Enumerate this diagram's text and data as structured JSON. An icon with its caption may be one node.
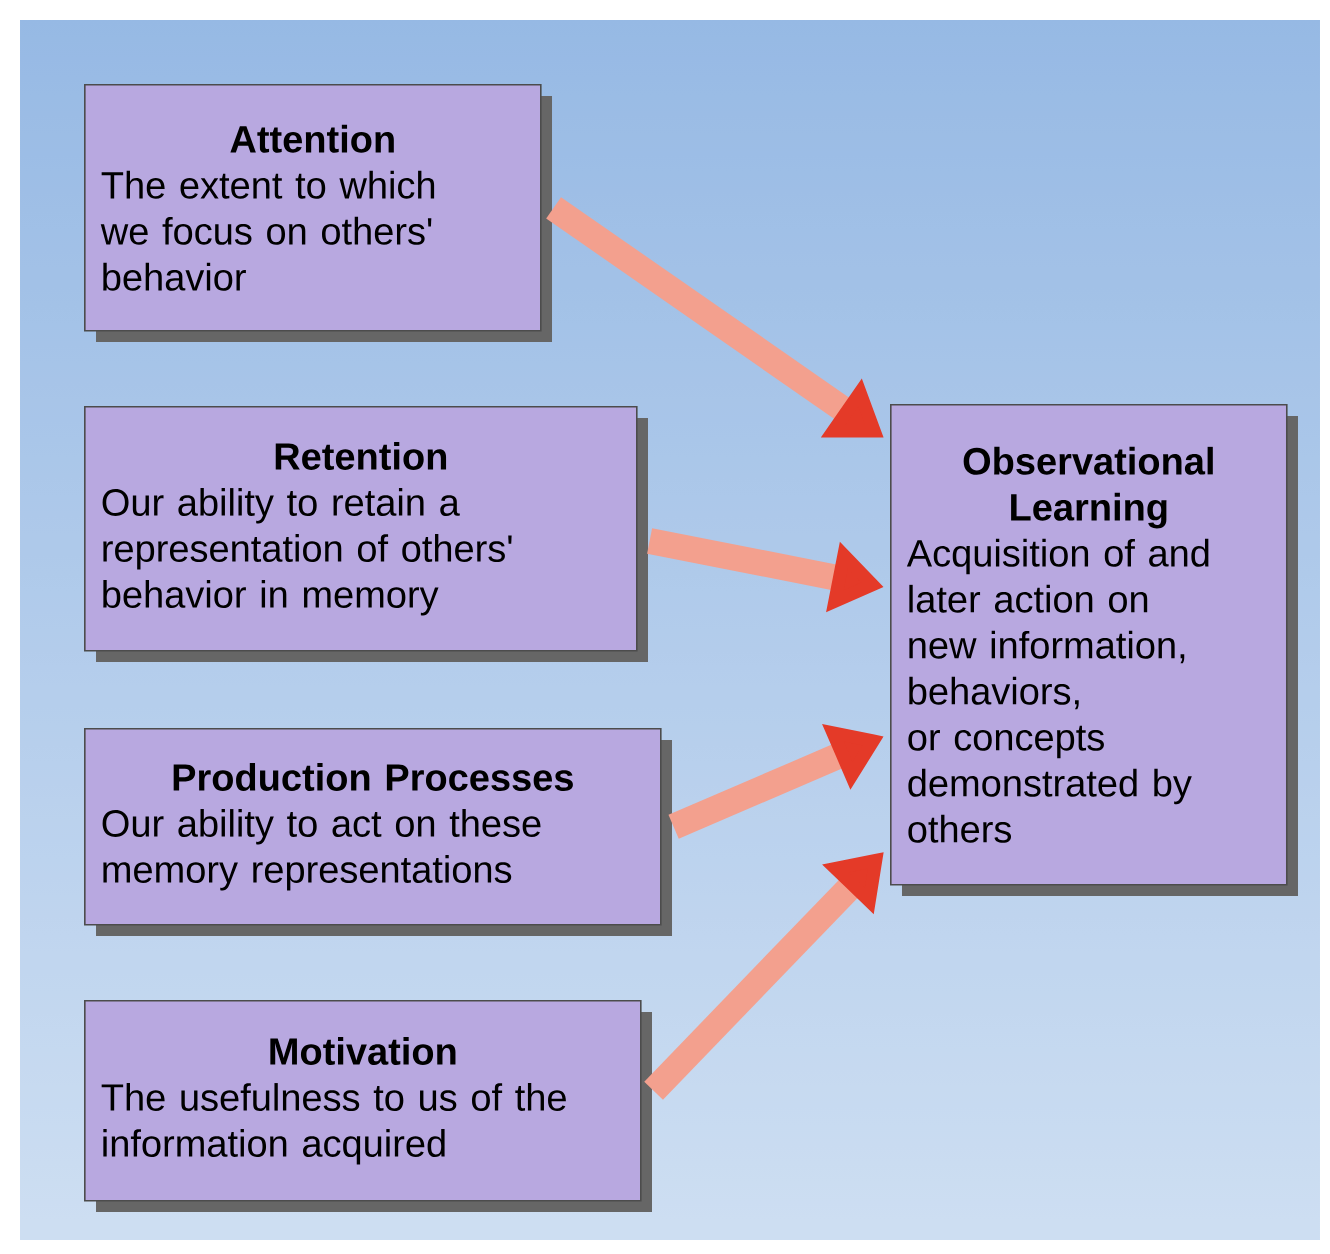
{
  "diagram": {
    "nodes": [
      {
        "text": [
          "Attention",
          "The extent to which we focus on others' behavior"
        ]
      },
      {
        "text": [
          "Retention",
          "Our ability to retain a representation of others' behavior in memory"
        ]
      },
      {
        "text": [
          "Production Processes",
          "Our ability to act on these memory representations"
        ]
      },
      {
        "text": [
          "Motivation",
          "The usefulness to us of the information acquired"
        ]
      },
      {
        "text": [
          "Observational Learning",
          "Acquisition of and later action on new information, behaviors, or concepts demonstrated by others"
        ]
      }
    ],
    "edges": [
      {
        "from": 0,
        "to": 4,
        "arrow": "to"
      },
      {
        "from": 1,
        "to": 4,
        "arrow": "to"
      },
      {
        "from": 2,
        "to": 4,
        "arrow": "to"
      },
      {
        "from": 3,
        "to": 4,
        "arrow": "to"
      }
    ]
  }
}
